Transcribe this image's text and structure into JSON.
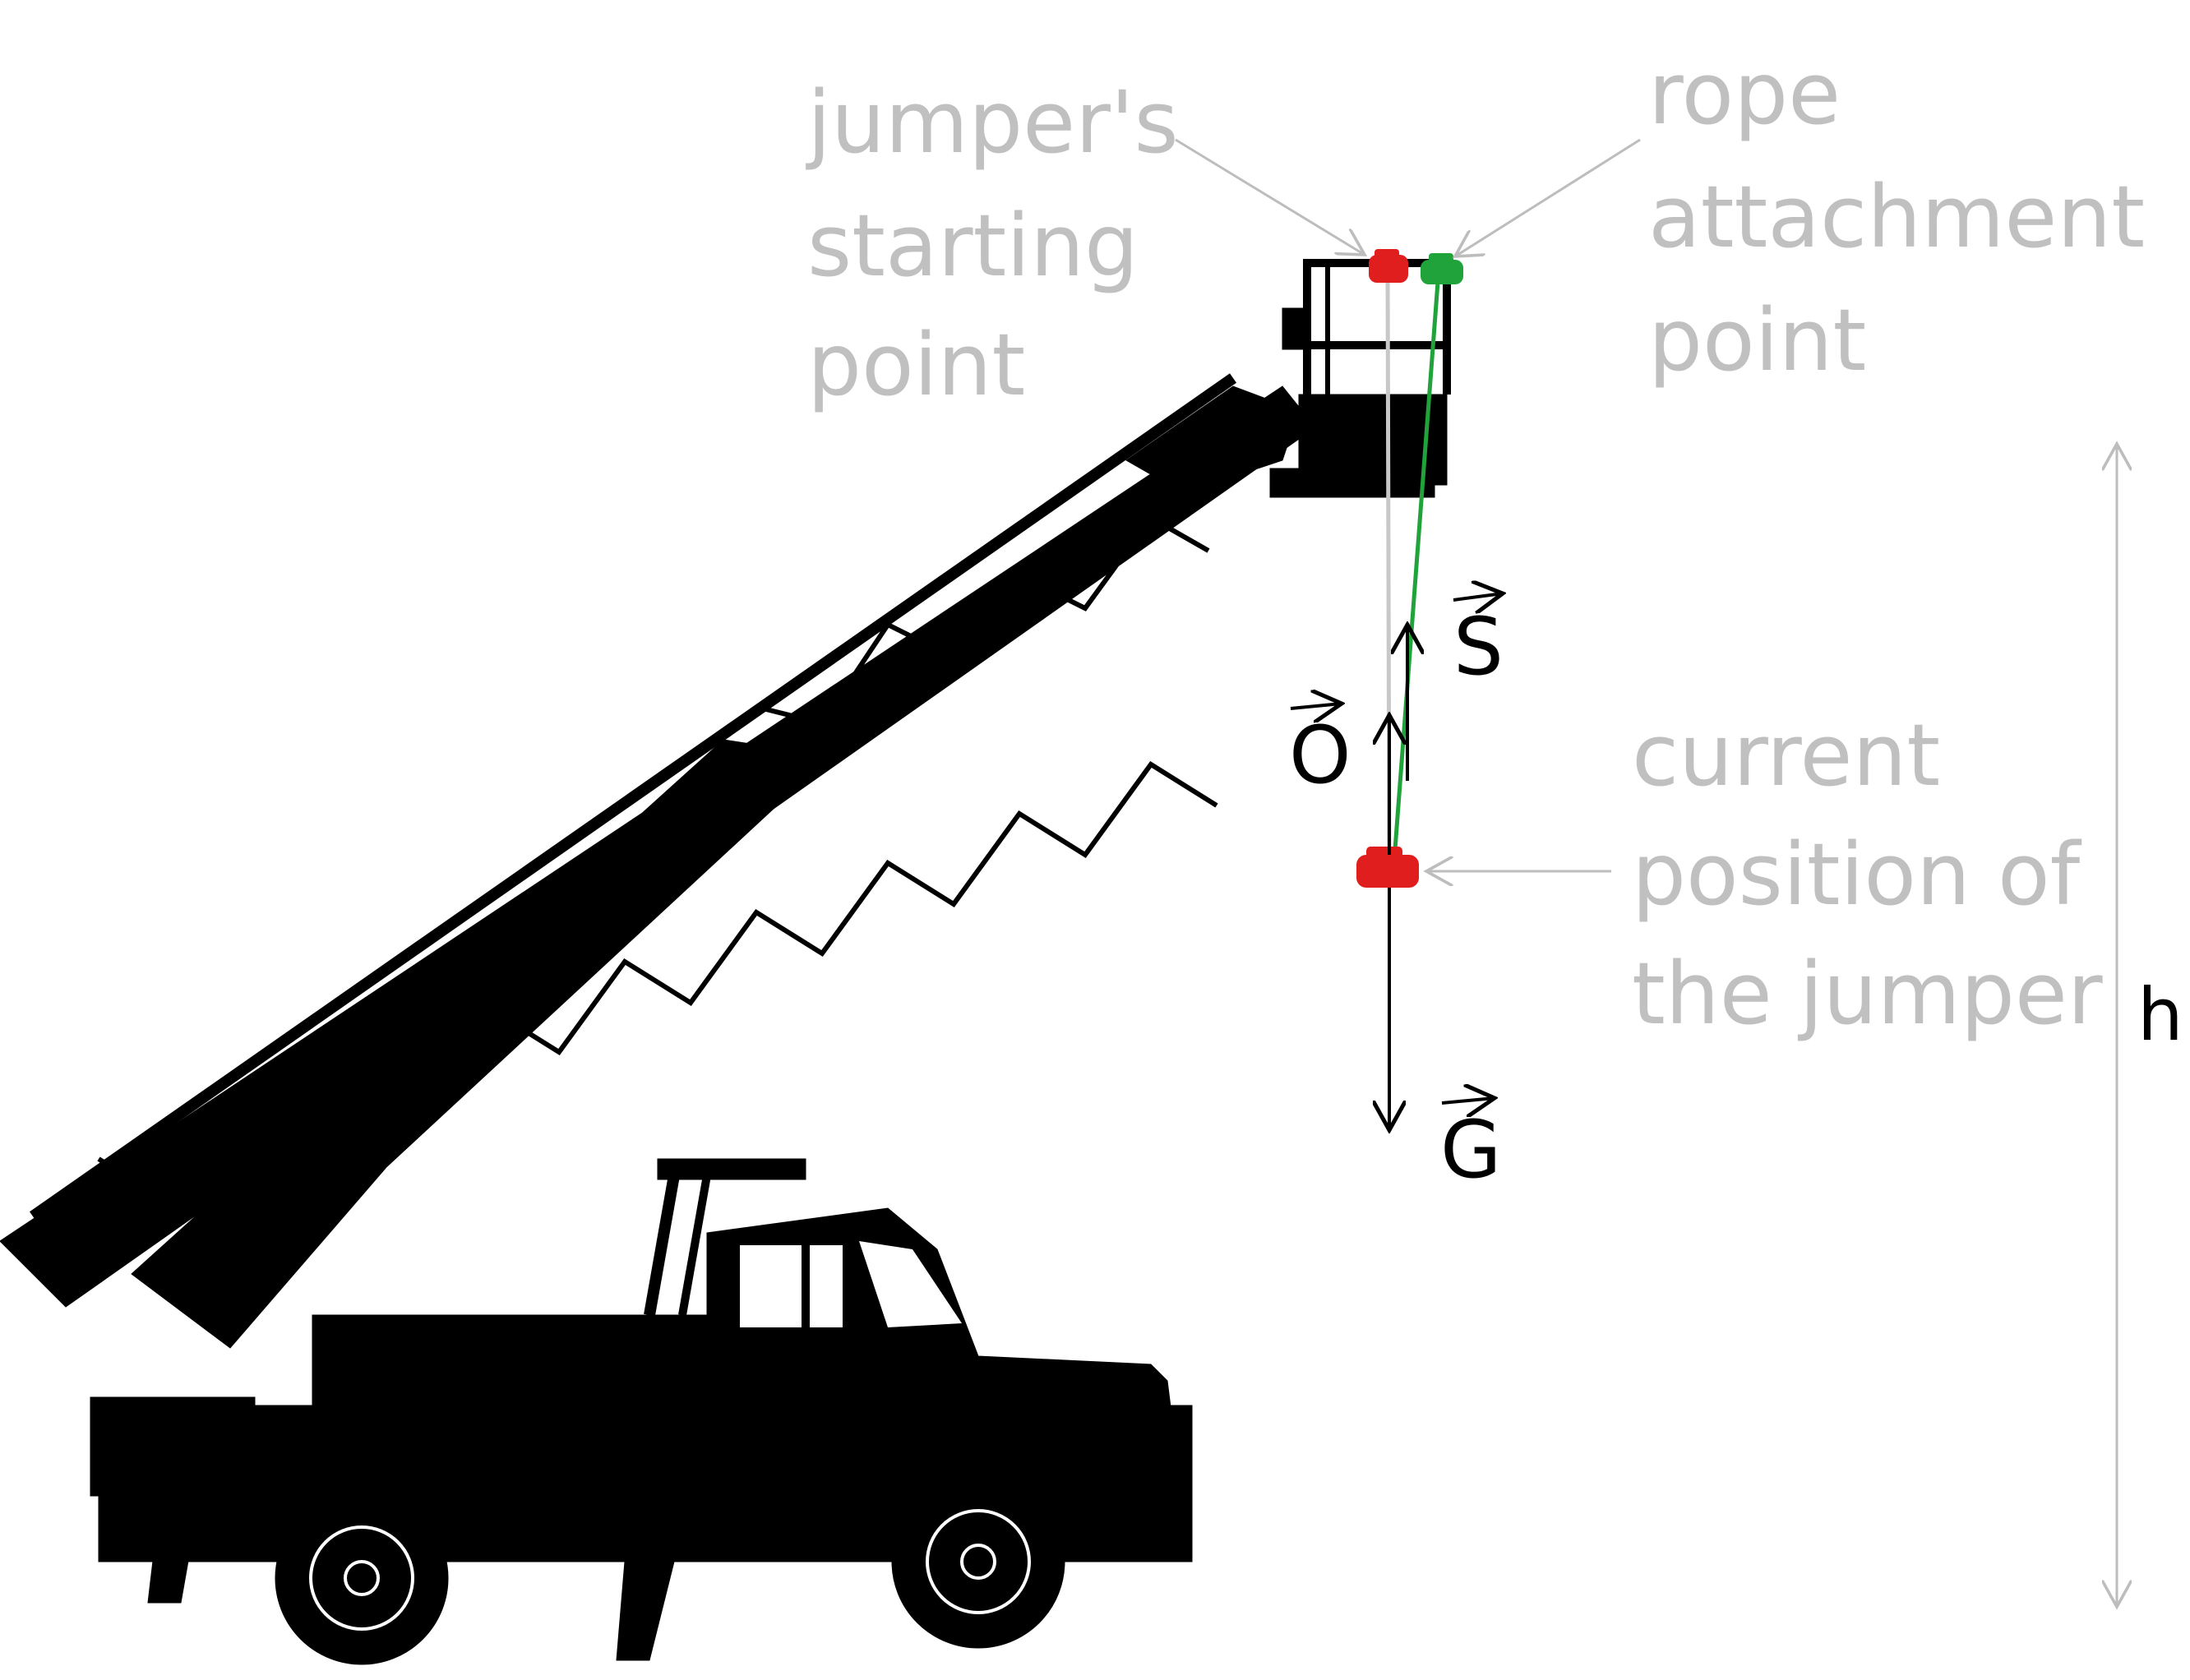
{
  "labels": {
    "jumper_start": [
      "jumper's",
      "starting",
      "point"
    ],
    "rope_attach": [
      "rope",
      "attachment",
      "point"
    ],
    "current_pos": [
      "current",
      "position of",
      "the jumper"
    ],
    "height": "h"
  },
  "vectors": {
    "S": "S",
    "O": "O",
    "G": "G"
  },
  "colors": {
    "label": "#c0c0c0",
    "jumper": "#e01e1e",
    "rope": "#1fa33a",
    "silhouette": "#000000"
  }
}
